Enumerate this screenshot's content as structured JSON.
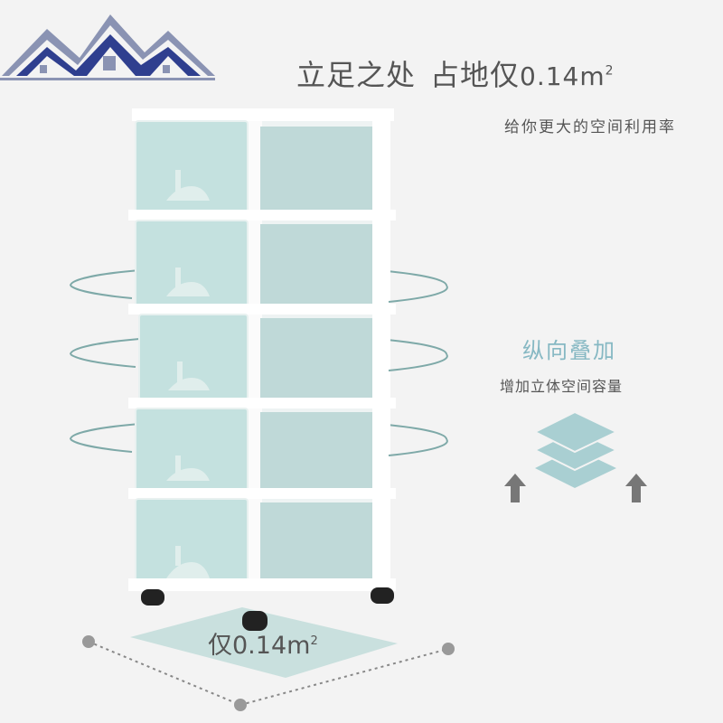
{
  "brand": {
    "logo_icon": "house-roofs-logo"
  },
  "headline": {
    "main": "立足之处",
    "prefix": "占地仅",
    "value": "0.14",
    "unit": "m",
    "exponent": "2"
  },
  "subheadline": "给你更大的空间利用率",
  "stacking": {
    "title": "纵向叠加",
    "subtitle": "增加立体空间容量",
    "icon": "layers-icon",
    "arrow_icon": "up-arrow-icon"
  },
  "floor": {
    "prefix": "仅",
    "value": "0.14",
    "unit": "m",
    "exponent": "2"
  },
  "product": {
    "drawer_count": 5,
    "colors": {
      "drawer": "#bcdcd9",
      "frame": "#ffffff",
      "accent": "#86b8c3",
      "ring": "#7ea9a8"
    }
  }
}
